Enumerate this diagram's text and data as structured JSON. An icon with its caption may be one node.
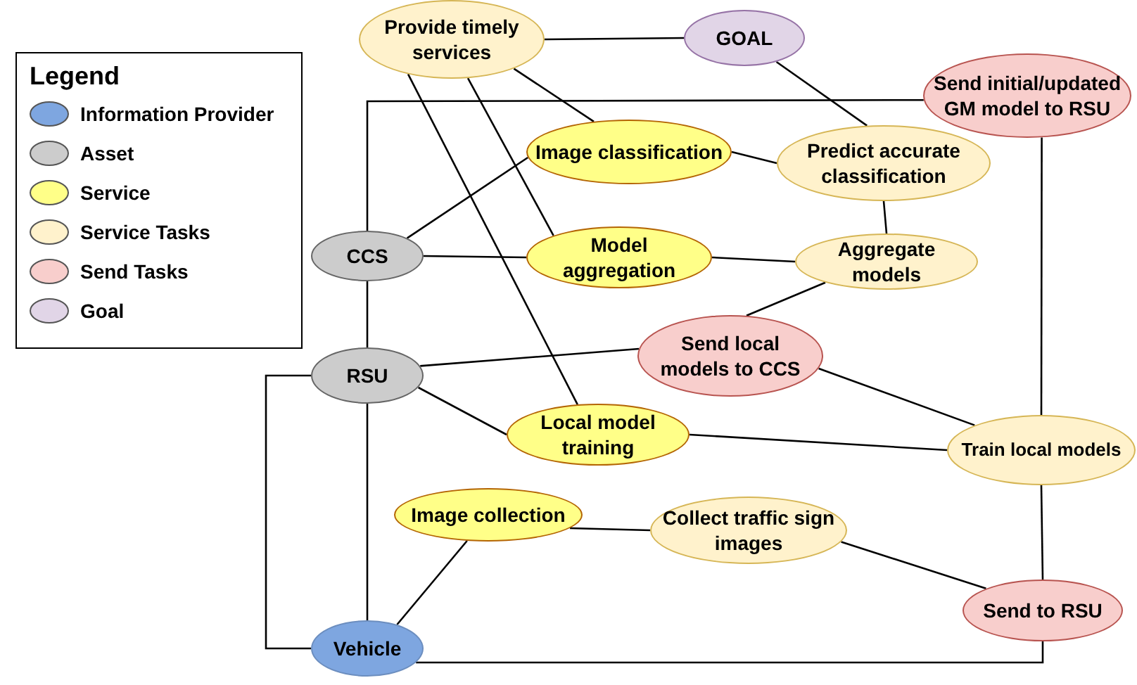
{
  "diagram": {
    "nodes": [
      {
        "text": [
          "Provide timely services"
        ]
      },
      {
        "text": [
          "GOAL"
        ]
      },
      {
        "text": [
          "Send initial/updated GM model to RSU"
        ]
      },
      {
        "text": [
          "Image classification"
        ]
      },
      {
        "text": [
          "Predict accurate classification"
        ]
      },
      {
        "text": [
          "CCS"
        ]
      },
      {
        "text": [
          "Model aggregation"
        ]
      },
      {
        "text": [
          "Aggregate models"
        ]
      },
      {
        "text": [
          "Send local models to CCS"
        ]
      },
      {
        "text": [
          "RSU"
        ]
      },
      {
        "text": [
          "Local model training"
        ]
      },
      {
        "text": [
          "Train local models"
        ]
      },
      {
        "text": [
          "Image collection"
        ]
      },
      {
        "text": [
          "Collect traffic sign images"
        ]
      },
      {
        "text": [
          "Send to RSU"
        ]
      },
      {
        "text": [
          "Vehicle"
        ]
      }
    ],
    "edges": [
      {
        "from": 0,
        "to": 1,
        "arrow": "none"
      },
      {
        "from": 0,
        "to": 3,
        "arrow": "none"
      },
      {
        "from": 0,
        "to": 6,
        "arrow": "none"
      },
      {
        "from": 0,
        "to": 10,
        "arrow": "none"
      },
      {
        "from": 1,
        "to": 4,
        "arrow": "none"
      },
      {
        "from": 3,
        "to": 4,
        "arrow": "none"
      },
      {
        "from": 5,
        "to": 3,
        "arrow": "none"
      },
      {
        "from": 5,
        "to": 6,
        "arrow": "none"
      },
      {
        "from": 6,
        "to": 7,
        "arrow": "none"
      },
      {
        "from": 4,
        "to": 7,
        "arrow": "none"
      },
      {
        "from": 7,
        "to": 8,
        "arrow": "none"
      },
      {
        "from": 5,
        "to": 2,
        "arrow": "none"
      },
      {
        "from": 5,
        "to": 9,
        "arrow": "none"
      },
      {
        "from": 9,
        "to": 8,
        "arrow": "none"
      },
      {
        "from": 9,
        "to": 10,
        "arrow": "none"
      },
      {
        "from": 10,
        "to": 11,
        "arrow": "none"
      },
      {
        "from": 8,
        "to": 11,
        "arrow": "none"
      },
      {
        "from": 2,
        "to": 11,
        "arrow": "none"
      },
      {
        "from": 11,
        "to": 14,
        "arrow": "none"
      },
      {
        "from": 12,
        "to": 13,
        "arrow": "none"
      },
      {
        "from": 13,
        "to": 14,
        "arrow": "none"
      },
      {
        "from": 12,
        "to": 15,
        "arrow": "none"
      },
      {
        "from": 9,
        "to": 15,
        "arrow": "none"
      },
      {
        "from": 9,
        "to": 15,
        "arrow": "none"
      },
      {
        "from": 15,
        "to": 14,
        "arrow": "none"
      }
    ],
    "labels": [
      "Legend"
    ],
    "legend": [
      {
        "text": "Information Provider",
        "color": "#7ea6e0"
      },
      {
        "text": "Asset",
        "color": "#cccccc"
      },
      {
        "text": "Service",
        "color": "#ffff88"
      },
      {
        "text": "Service Tasks",
        "color": "#fff2cc"
      },
      {
        "text": "Send Tasks",
        "color": "#f8cecc"
      },
      {
        "text": "Goal",
        "color": "#e1d5e7"
      }
    ]
  }
}
